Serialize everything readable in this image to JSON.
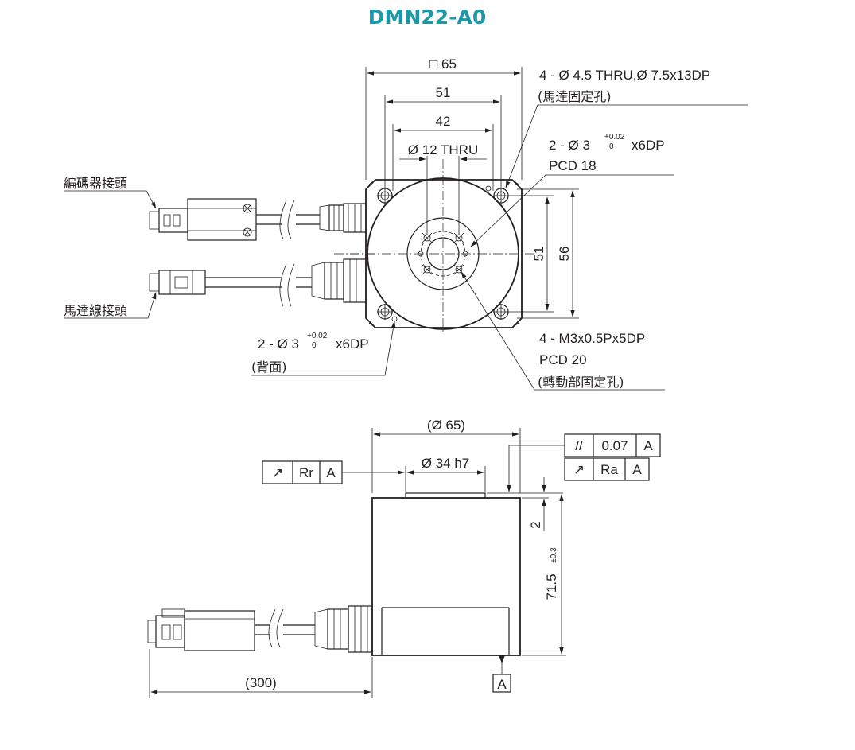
{
  "title": "DMN22-A0",
  "colors": {
    "title": "#1a9aa8",
    "line": "#231f20"
  },
  "top_view": {
    "dim_square": "□ 65",
    "dim_51": "51",
    "dim_42": "42",
    "dim_bore": "Ø  12 THRU",
    "dim_v51": "51",
    "dim_v56": "56",
    "encoder_connector": "編碼器接頭",
    "motor_connector": "馬達線接頭",
    "hole_callout_1": "4 - Ø  4.5 THRU,Ø  7.5x13DP",
    "hole_callout_1_note": "(馬達固定孔)",
    "hole_callout_2_main": "2 - Ø  3",
    "hole_callout_2_tol_upper": "+0.02",
    "hole_callout_2_tol_lower": "0",
    "hole_callout_2_suffix": "x6DP",
    "hole_callout_2_pcd": "PCD 18",
    "hole_callout_3_main": "2 - Ø 3",
    "hole_callout_3_tol_upper": "+0.02",
    "hole_callout_3_tol_lower": "0",
    "hole_callout_3_suffix": "x6DP",
    "hole_callout_3_note": "(背面)",
    "hole_callout_4": "4 - M3x0.5Px5DP",
    "hole_callout_4_pcd": "PCD 20",
    "hole_callout_4_note": "(轉動部固定孔)"
  },
  "side_view": {
    "dim_dia65": "(Ø  65)",
    "dim_dia34": "Ø  34 h7",
    "dim_2": "2",
    "dim_height": "71.5",
    "dim_height_tol": "±0.3",
    "dim_cable": "(300)",
    "datum_label": "A",
    "tol_runout_symbol": "↗",
    "tol_runout_value": "Rr",
    "tol_runout_datum": "A",
    "tol_parallel_symbol": "//",
    "tol_parallel_value": "0.07",
    "tol_parallel_datum": "A",
    "tol_axial_symbol": "↗",
    "tol_axial_value": "Ra",
    "tol_axial_datum": "A"
  }
}
